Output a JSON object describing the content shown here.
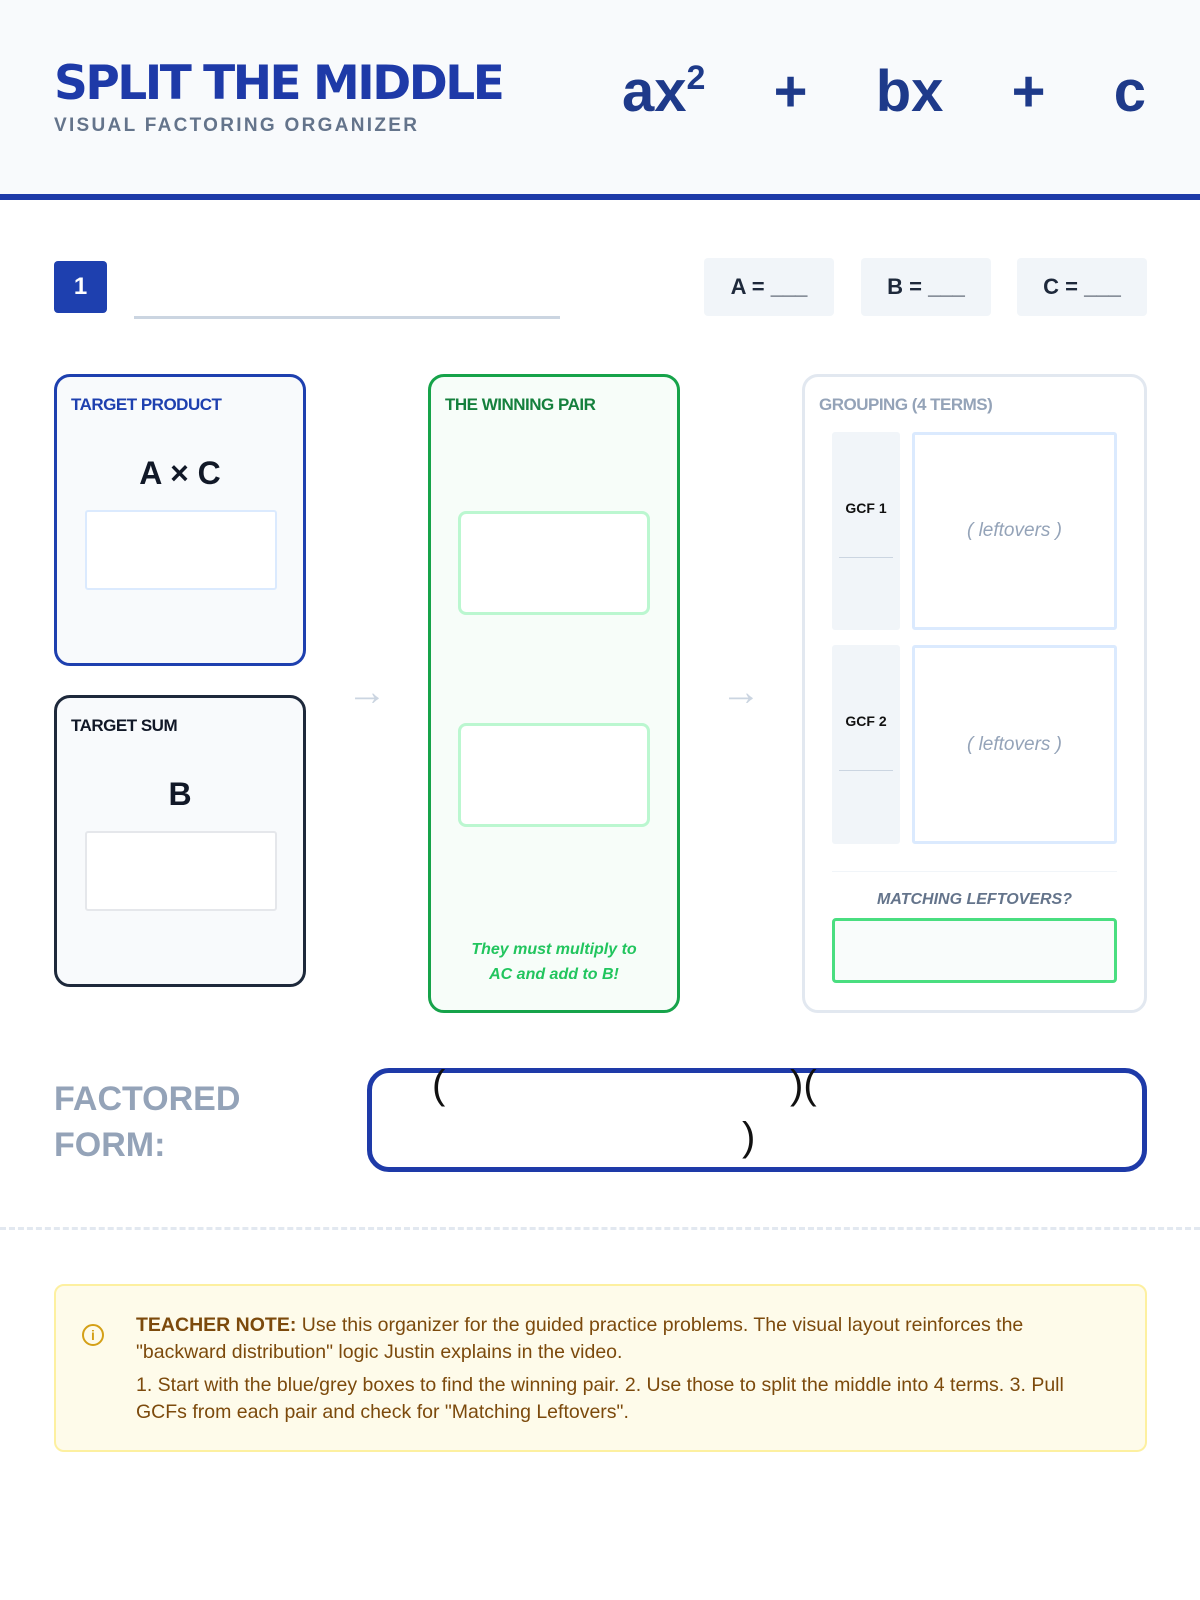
{
  "header": {
    "title": "SPLIT THE MIDDLE",
    "subtitle": "VISUAL FACTORING ORGANIZER",
    "formula": {
      "a": "ax",
      "exp": "2",
      "b": "+  bx",
      "c": "+  c"
    }
  },
  "problem": {
    "number": "1",
    "coefficients": [
      "A = ___",
      "B = ___",
      "C = ___"
    ]
  },
  "target_product": {
    "title": "TARGET PRODUCT",
    "expr": "A × C"
  },
  "target_sum": {
    "title": "TARGET SUM",
    "expr": "B"
  },
  "winning_pair": {
    "title": "THE WINNING PAIR",
    "hint": "They must multiply to AC and add to B!"
  },
  "grouping": {
    "title": "GROUPING (4 TERMS)",
    "gcf1": "GCF 1",
    "gcf2": "GCF 2",
    "leftovers": "( leftovers )",
    "matching": "MATCHING LEFTOVERS?"
  },
  "factored": {
    "label": "FACTORED FORM:",
    "open1": "(",
    "mid": ")(",
    "close": ")"
  },
  "note": {
    "bold": "TEACHER NOTE:",
    "text": " Use this organizer for the guided practice problems. The visual layout reinforces the \"backward distribution\" logic Justin explains in the video.",
    "steps": "1. Start with the blue/grey boxes to find the winning pair. 2. Use those to split the middle into 4 terms. 3. Pull GCFs from each pair and check for \"Matching Leftovers\"."
  },
  "colors": {
    "primary": "#1e3aa8",
    "green": "#16a34a",
    "note_bg": "#fefbea"
  }
}
